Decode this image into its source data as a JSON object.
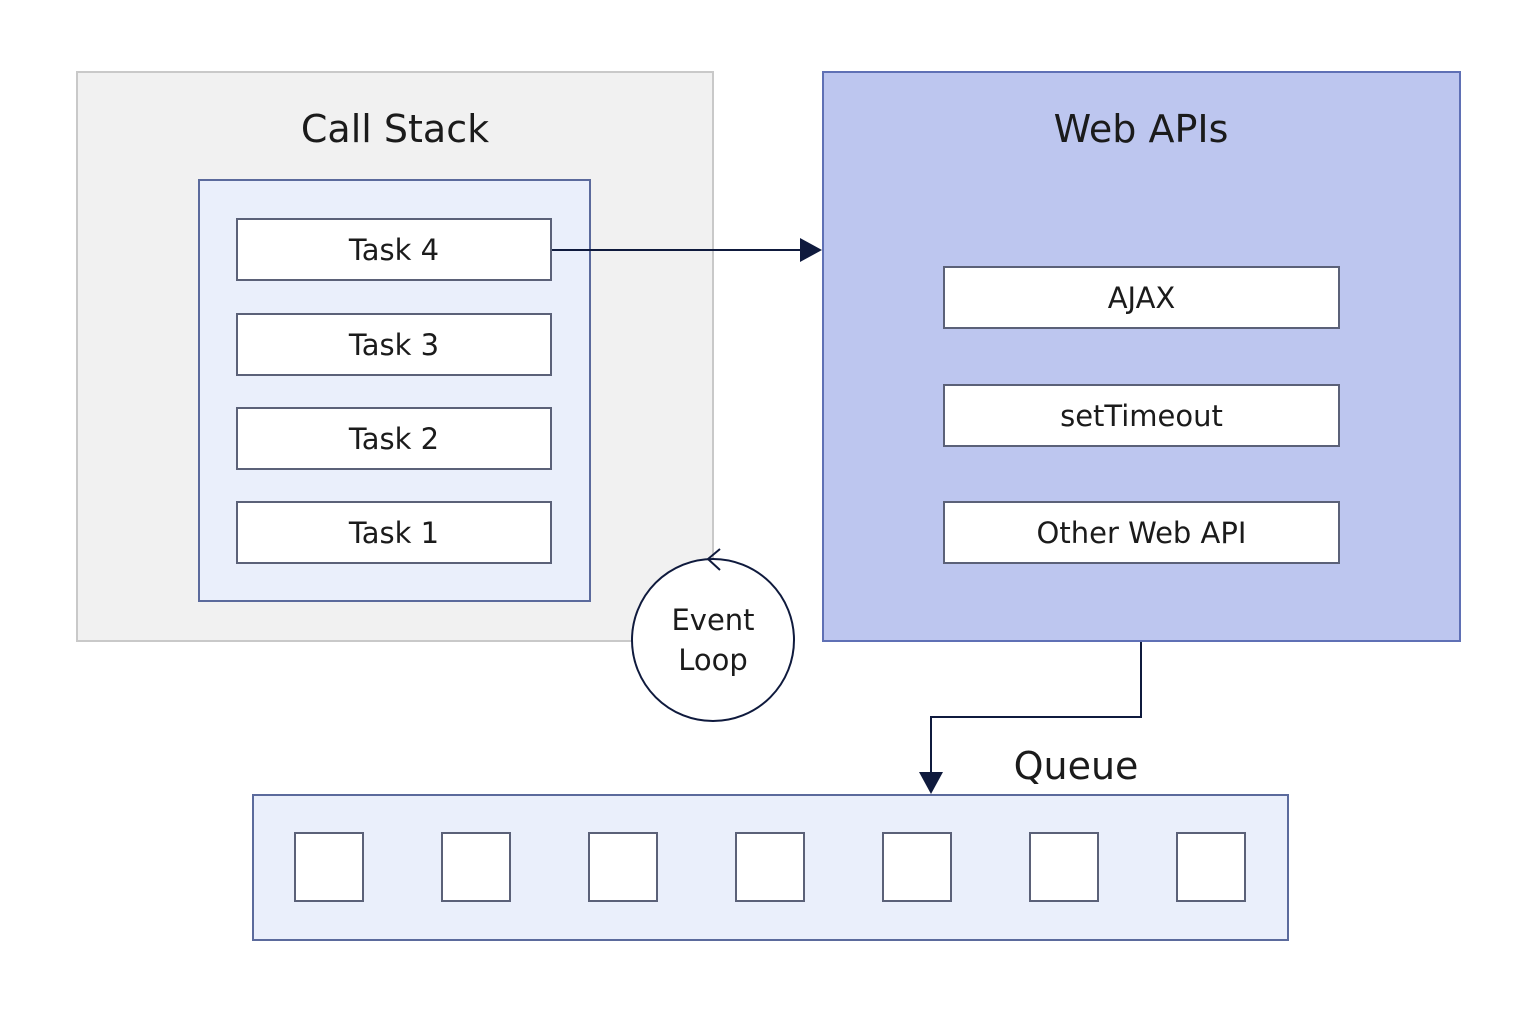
{
  "call_stack": {
    "title": "Call Stack",
    "tasks": [
      "Task 4",
      "Task 3",
      "Task 2",
      "Task 1"
    ]
  },
  "web_apis": {
    "title": "Web APIs",
    "items": [
      "AJAX",
      "setTimeout",
      "Other Web API"
    ]
  },
  "event_loop": {
    "line1": "Event",
    "line2": "Loop"
  },
  "queue": {
    "title": "Queue",
    "slot_count": 7
  },
  "colors": {
    "call_stack_bg": "#f1f1f1",
    "stack_inner_bg": "#eaeffb",
    "web_apis_bg": "#bdc6ef",
    "queue_bg": "#eaeffb",
    "arrow": "#0f1a3d"
  }
}
